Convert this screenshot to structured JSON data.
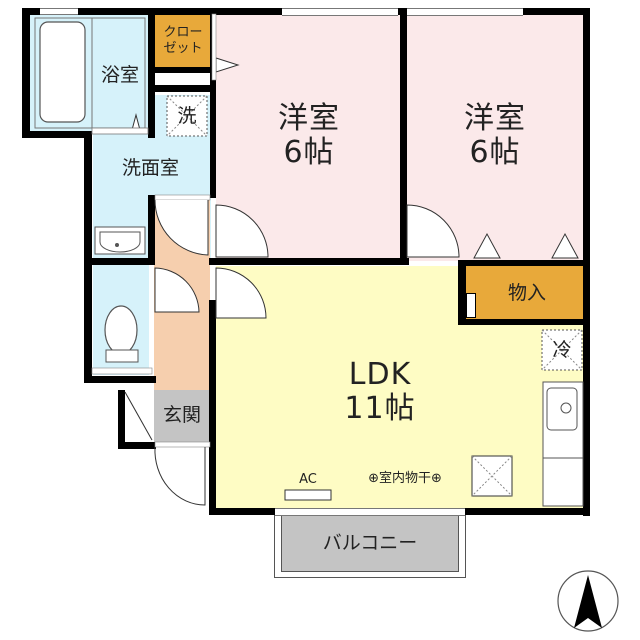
{
  "floor_plan": {
    "rooms": {
      "bathroom": {
        "label": "浴室",
        "color": "#d6f2fa"
      },
      "closet": {
        "label_line1": "クロー",
        "label_line2": "ゼット",
        "color": "#e8a93a"
      },
      "western_room_1": {
        "label": "洋室",
        "size": "6帖",
        "color": "#fbe9ea"
      },
      "western_room_2": {
        "label": "洋室",
        "size": "6帖",
        "color": "#fbe9ea"
      },
      "washroom": {
        "label": "洗面室",
        "color": "#d6f2fa"
      },
      "washer_space": {
        "label": "洗"
      },
      "toilet": {
        "color": "#d6f2fa"
      },
      "hallway": {
        "color": "#f6cfae"
      },
      "entrance": {
        "label": "玄関",
        "color": "#c4c4c4"
      },
      "storage": {
        "label": "物入",
        "color": "#e8a93a"
      },
      "ldk": {
        "label": "LDK",
        "size": "11帖",
        "color": "#fefcc4"
      },
      "refrigerator_space": {
        "label": "冷"
      },
      "balcony": {
        "label": "バルコニー",
        "color": "#c4c4c4"
      }
    },
    "fixtures": {
      "air_conditioner": {
        "label": "AC"
      },
      "indoor_drying": {
        "label": "⊕室内物干⊕"
      }
    },
    "compass": {
      "direction": "north"
    }
  }
}
